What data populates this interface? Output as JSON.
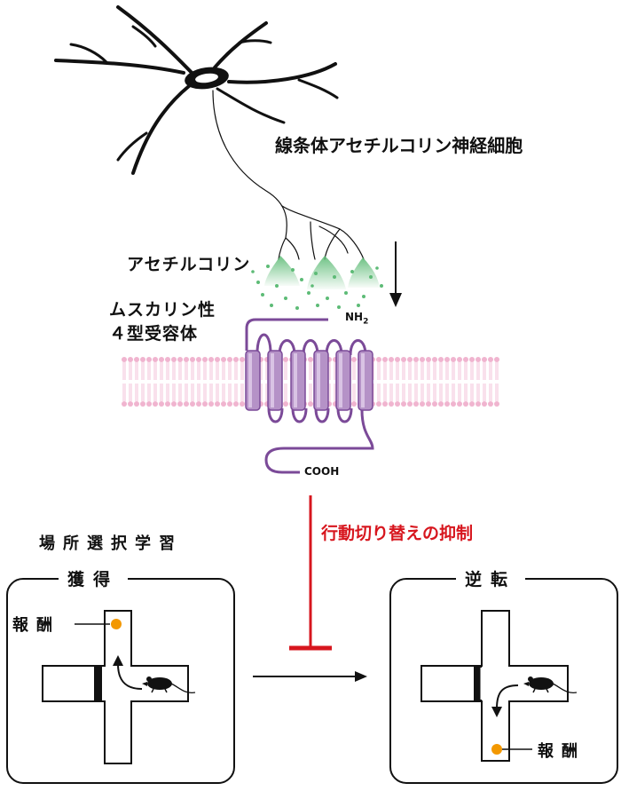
{
  "colors": {
    "membrane": "#f0b4cf",
    "receptor_fill": "#b592c7",
    "receptor_stroke": "#7b4a98",
    "acetylcholine": "#5dbb76",
    "inhibition_red": "#d7161e",
    "reward_orange": "#f39800",
    "line": "#111111"
  },
  "icons": {
    "neuron": "neuron-icon",
    "mouse": "mouse-icon",
    "reward": "reward-dot-icon"
  },
  "labels": {
    "neuron": "線条体アセチルコリン神経細胞",
    "acetylcholine": "アセチルコリン",
    "receptor_line1": "ムスカリン性",
    "receptor_line2": "４型受容体",
    "nh2": "NH",
    "nh2_sub": "2",
    "cooh": "COOH",
    "inhibition": "行動切り替えの抑制",
    "learning": "場所選択学習"
  },
  "acquisition": {
    "title": "獲得",
    "reward_label": "報酬"
  },
  "reversal": {
    "title": "逆転",
    "reward_label": "報酬"
  }
}
